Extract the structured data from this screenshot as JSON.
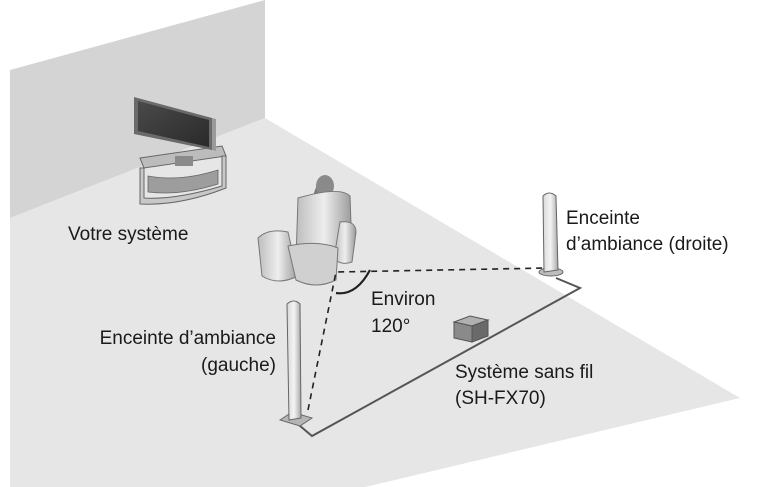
{
  "labels": {
    "system": "Votre système",
    "right_speaker_line1": "Enceinte",
    "right_speaker_line2": "d’ambiance (droite)",
    "left_speaker_line1": "Enceinte d’ambiance",
    "left_speaker_line2": "(gauche)",
    "angle_line1": "Environ",
    "angle_line2": "120°",
    "wireless_line1": "Système sans fil",
    "wireless_line2": "(SH-FX70)"
  },
  "colors": {
    "wall": "#d4d4d4",
    "floor": "#e6e6e6",
    "outline": "#555555",
    "text": "#1a1a1a"
  }
}
